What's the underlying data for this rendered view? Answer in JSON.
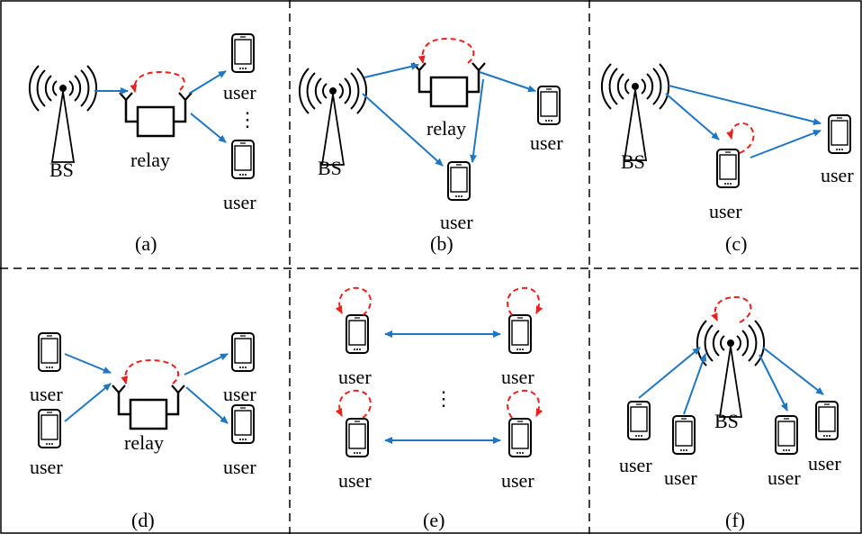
{
  "colors": {
    "link": "#1f77c4",
    "self_interference": "#e8221c",
    "stroke": "#000000"
  },
  "labels": {
    "bs": "BS",
    "relay": "relay",
    "user": "user",
    "ellipsis": "⋮"
  },
  "captions": {
    "a": "(a)",
    "b": "(b)",
    "c": "(c)",
    "d": "(d)",
    "e": "(e)",
    "f": "(f)"
  },
  "icons": [
    "base-station-icon",
    "relay-icon",
    "phone-icon",
    "self-interference-loop"
  ]
}
